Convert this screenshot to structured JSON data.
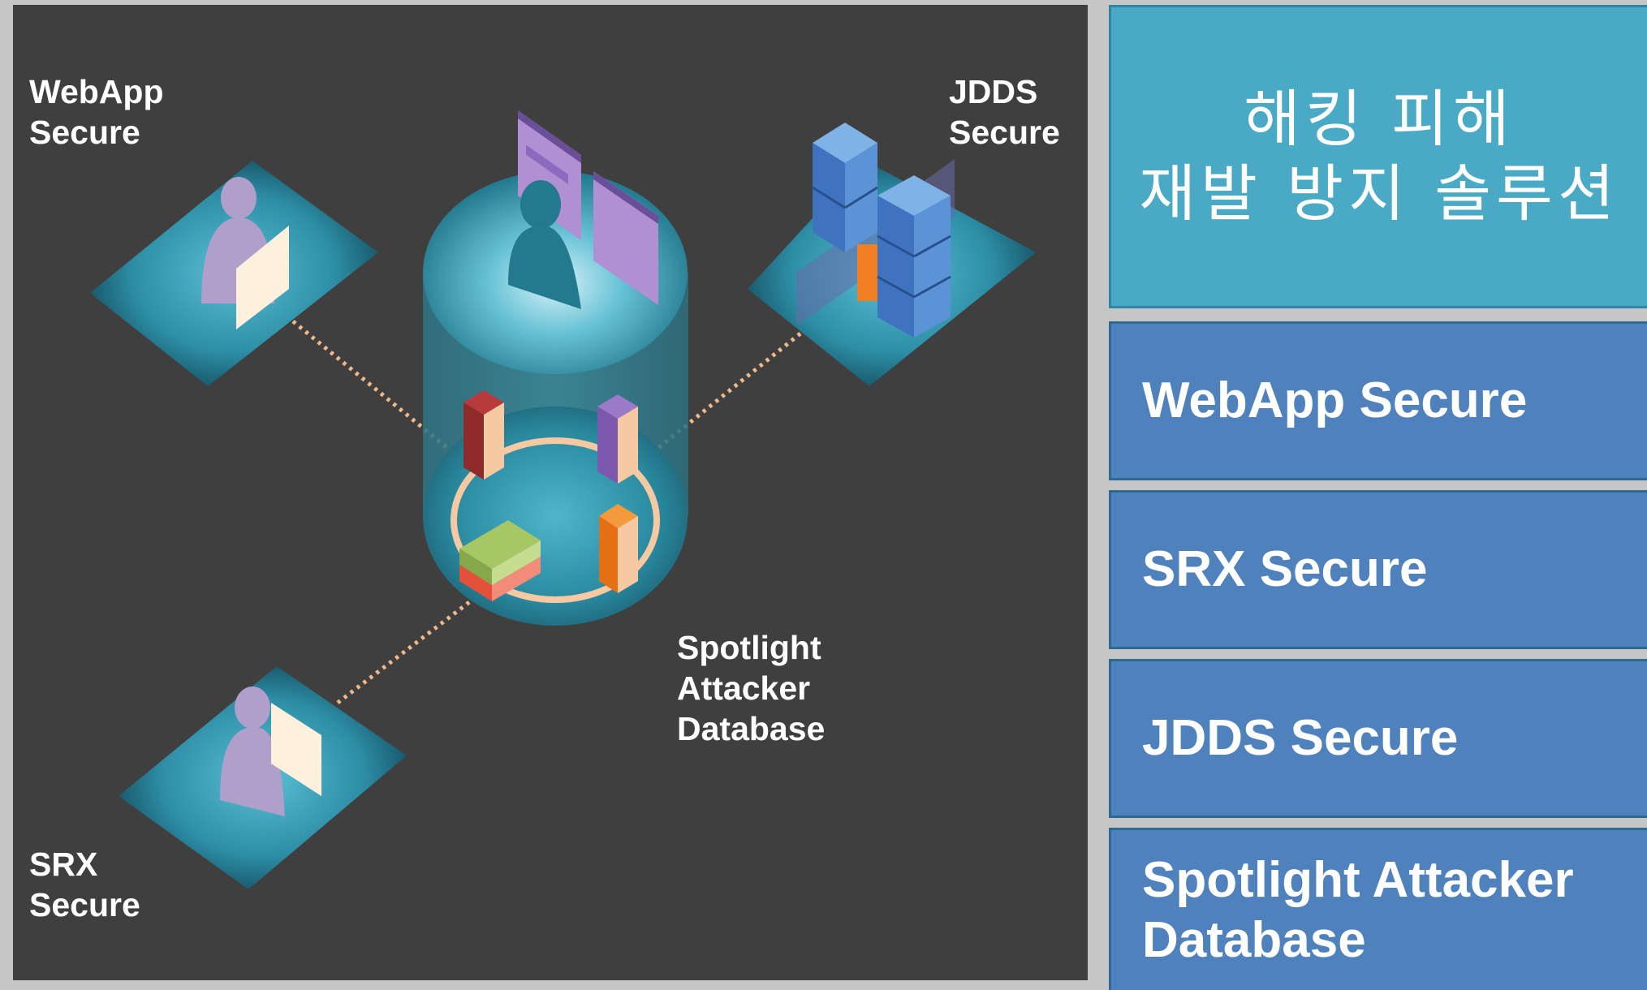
{
  "diagram": {
    "labels": {
      "webapp": "WebApp\nSecure",
      "jdds": "JDDS\nSecure",
      "srx": "SRX\nSecure",
      "spotlight": "Spotlight\nAttacker\nDatabase"
    }
  },
  "panel": {
    "title_line1": "해킹 피해",
    "title_line2": "재발 방지 솔루션",
    "items": [
      {
        "label": "WebApp Secure"
      },
      {
        "label": "SRX Secure"
      },
      {
        "label": "JDDS Secure"
      },
      {
        "label": "Spotlight Attacker Database"
      }
    ]
  },
  "colors": {
    "diagram_bg": "#3f3f3f",
    "title_bg": "#4aaac6",
    "item_bg": "#4f81bd",
    "connector": "#f0b98a"
  }
}
